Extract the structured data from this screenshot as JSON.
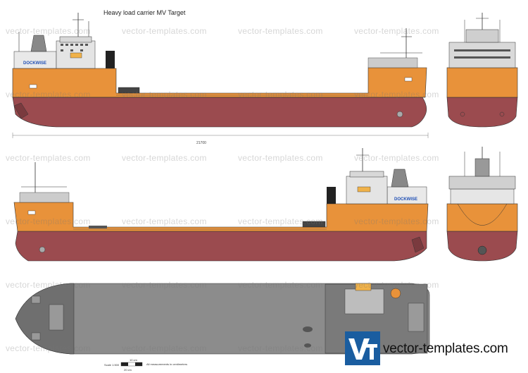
{
  "title": "Heavy load carrier MV Target",
  "dimension_label": "21700",
  "hull_brand": "DOCKWISE",
  "watermark_text": "vector-templates.com",
  "logo": {
    "mark": "Vt",
    "text": "vector-templates.com"
  },
  "scale": {
    "label": "Scale 1:500",
    "value_top": "10 cm",
    "value_bottom": "20 cm",
    "note": "All measurements in centimeters"
  },
  "colors": {
    "hull_red": "#9b4b4f",
    "upper_orange": "#e8923a",
    "deck_gray": "#8c8c8c",
    "superstructure": "#e6e6e6",
    "brand_blue": "#1f4fb5",
    "logo_blue": "#1a5da0"
  },
  "views": [
    "side-view-starboard",
    "front-view",
    "side-view-port",
    "rear-view",
    "top-view"
  ]
}
